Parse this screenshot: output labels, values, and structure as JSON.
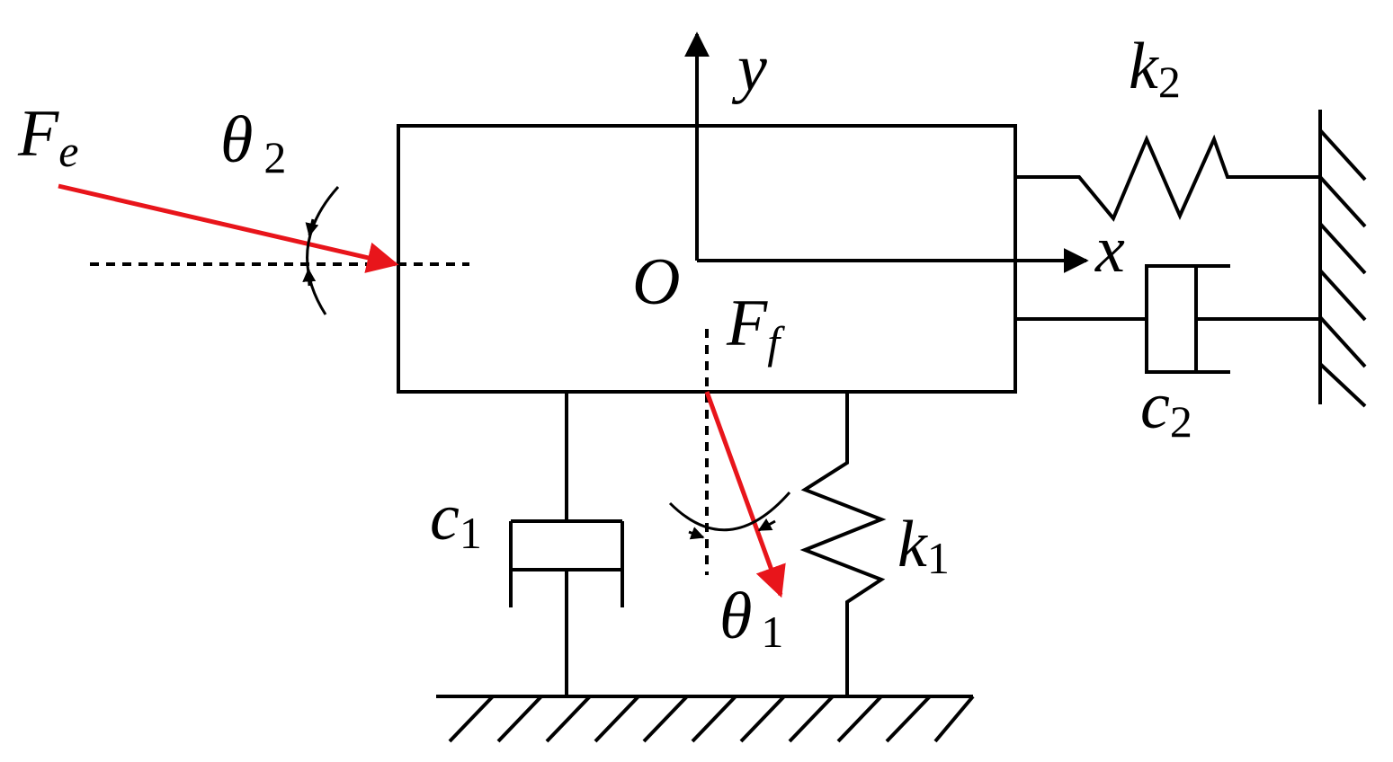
{
  "colors": {
    "line": "#000000",
    "force": "#e8151b",
    "background": "#ffffff"
  },
  "labels": {
    "fe_main": "F",
    "fe_sub": "e",
    "theta2_main": "θ",
    "theta2_sub": "2",
    "y_axis": "y",
    "x_axis": "x",
    "origin": "O",
    "ff_main": "F",
    "ff_sub": "f",
    "k2_main": "k",
    "k2_sub": "2",
    "c2_main": "c",
    "c2_sub": "2",
    "c1_main": "c",
    "c1_sub": "1",
    "k1_main": "k",
    "k1_sub": "1",
    "theta1_main": "θ",
    "theta1_sub": "1"
  }
}
